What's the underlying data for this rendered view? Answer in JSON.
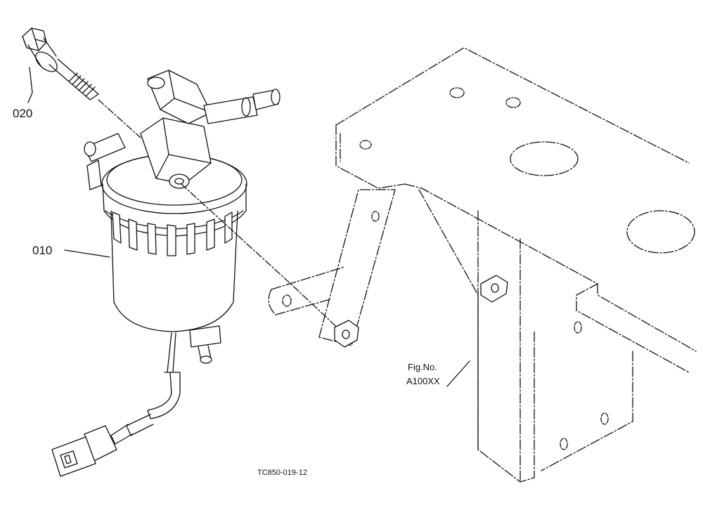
{
  "callouts": {
    "part_020": "020",
    "part_010": "010"
  },
  "figure_ref": {
    "line1": "Fig.No.",
    "line2": "A100XX"
  },
  "drawing_code": "TC850-019-12",
  "colors": {
    "ink": "#111111",
    "paper": "#ffffff"
  }
}
